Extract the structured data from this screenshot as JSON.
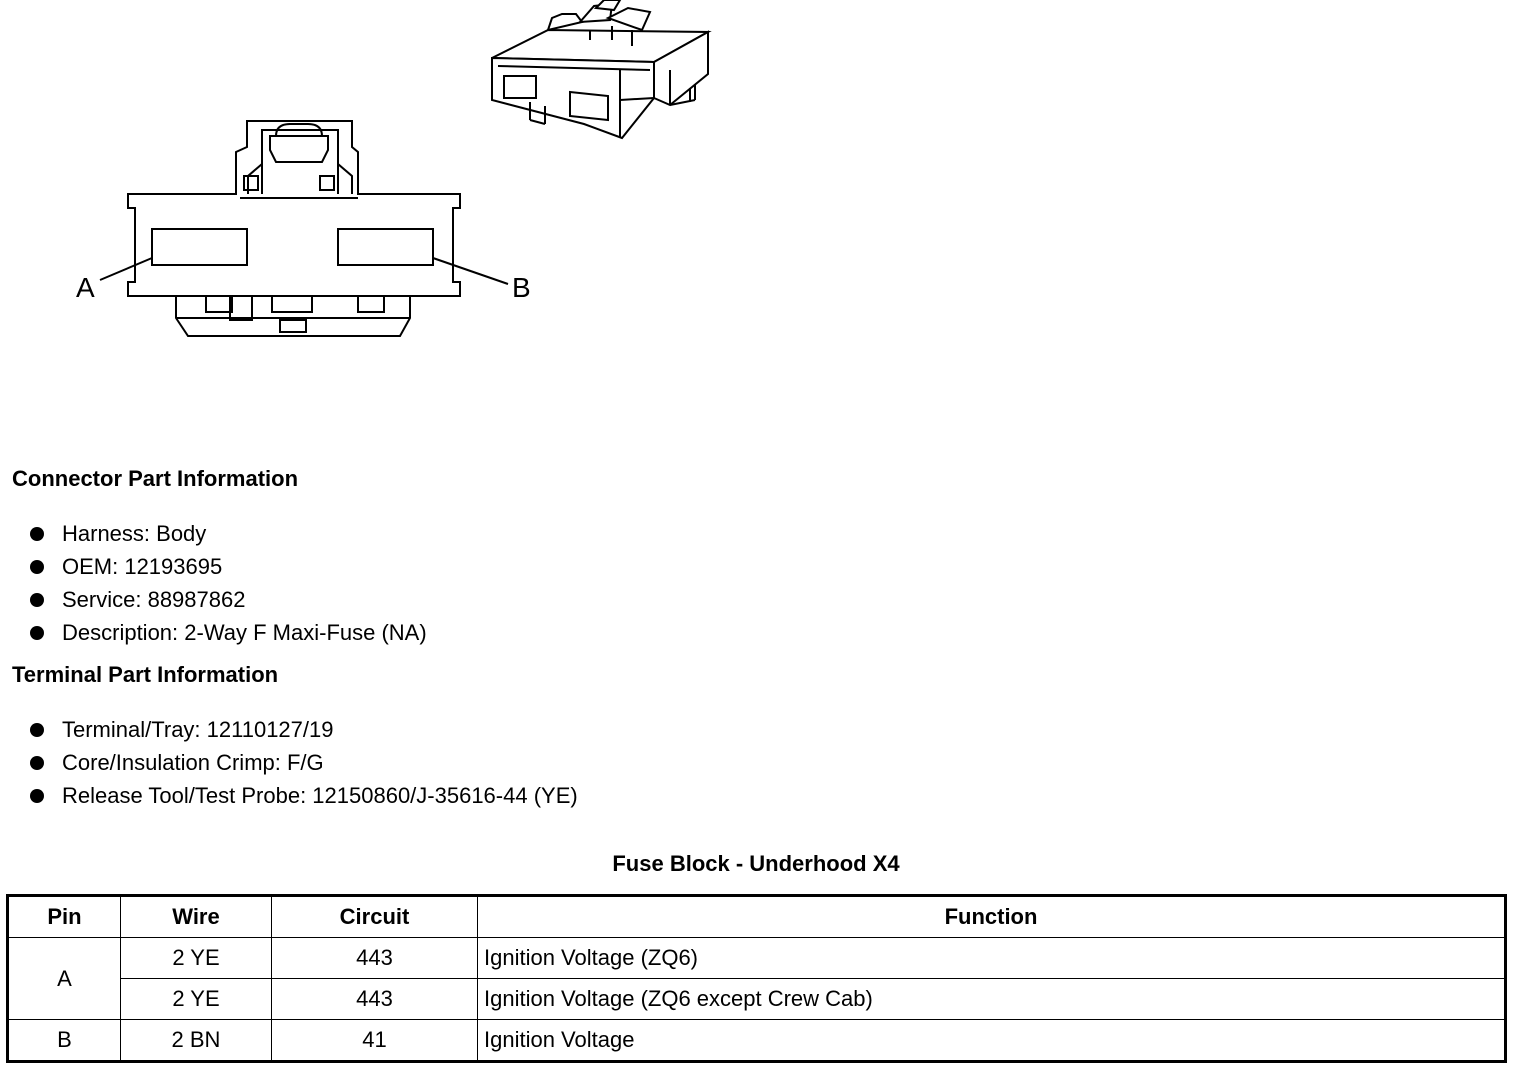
{
  "diagram": {
    "label_a": "A",
    "label_b": "B"
  },
  "connector_part_info": {
    "heading": "Connector Part Information",
    "items": [
      "Harness: Body",
      "OEM: 12193695",
      "Service: 88987862",
      "Description: 2-Way F Maxi-Fuse (NA)"
    ]
  },
  "terminal_part_info": {
    "heading": "Terminal Part Information",
    "items": [
      "Terminal/Tray: 12110127/19",
      "Core/Insulation Crimp: F/G",
      "Release Tool/Test Probe: 12150860/J-35616-44 (YE)"
    ]
  },
  "table": {
    "title": "Fuse Block - Underhood X4",
    "headers": [
      "Pin",
      "Wire",
      "Circuit",
      "Function"
    ],
    "rows": [
      {
        "pin": "A",
        "wire": "2 YE",
        "circuit": "443",
        "function": "Ignition Voltage (ZQ6)"
      },
      {
        "pin": "",
        "wire": "2 YE",
        "circuit": "443",
        "function": "Ignition Voltage (ZQ6 except Crew Cab)"
      },
      {
        "pin": "B",
        "wire": "2 BN",
        "circuit": "41",
        "function": "Ignition Voltage"
      }
    ]
  }
}
